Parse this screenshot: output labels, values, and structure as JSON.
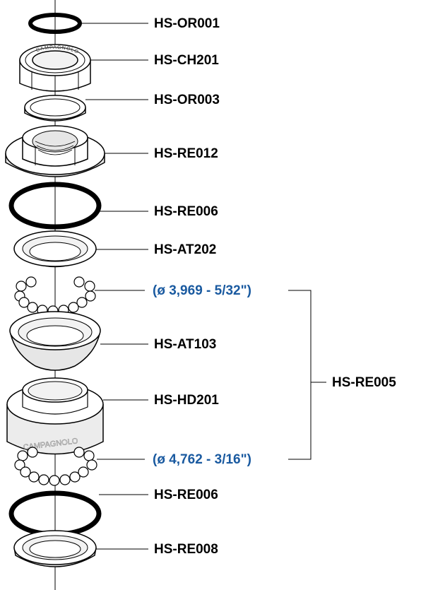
{
  "colors": {
    "text": "#000000",
    "ball_spec_text": "#1a5aa0",
    "line": "#000000",
    "part_fill": "#ffffff",
    "part_shade": "#e6e6e6",
    "seal_ring": "#000000"
  },
  "parts": [
    {
      "code": "HS-OR001"
    },
    {
      "code": "HS-CH201"
    },
    {
      "code": "HS-OR003"
    },
    {
      "code": "HS-RE012"
    },
    {
      "code": "HS-RE006"
    },
    {
      "code": "HS-AT202"
    },
    {
      "code": "HS-AT103"
    },
    {
      "code": "HS-HD201"
    },
    {
      "code": "HS-RE006"
    },
    {
      "code": "HS-RE008"
    }
  ],
  "ball_specs": [
    {
      "text": "(ø 3,969 - 5/32\")"
    },
    {
      "text": "(ø 4,762 - 3/16\")"
    }
  ],
  "group_label": "HS-RE005",
  "engravings": {
    "locknut": "CAMPAGNOLO",
    "headcup": "CAMPAGNOLO"
  }
}
